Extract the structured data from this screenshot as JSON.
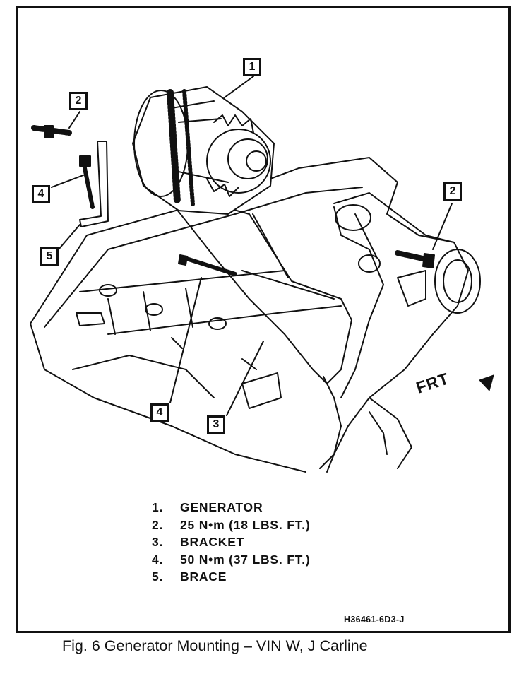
{
  "figure": {
    "caption": "Fig. 6 Generator Mounting – VIN W, J Carline",
    "reference_code": "H36461-6D3-J",
    "direction_label": "FRT"
  },
  "callouts": [
    "1",
    "2",
    "2",
    "4",
    "5",
    "4",
    "3"
  ],
  "legend": [
    {
      "number": "1.",
      "text": "GENERATOR"
    },
    {
      "number": "2.",
      "text": "25 N•m (18 LBS. FT.)"
    },
    {
      "number": "3.",
      "text": "BRACKET"
    },
    {
      "number": "4.",
      "text": "50 N•m (37 LBS. FT.)"
    },
    {
      "number": "5.",
      "text": "BRACE"
    }
  ]
}
